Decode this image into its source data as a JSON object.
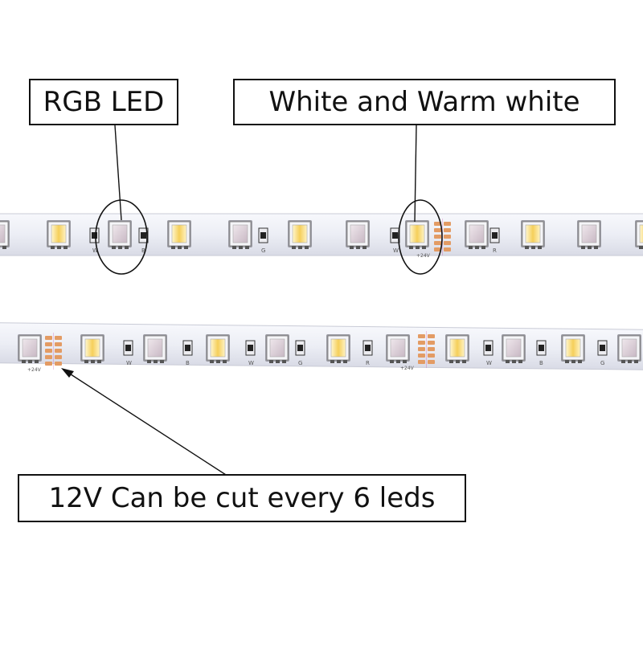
{
  "callouts": {
    "rgb_led": "RGB LED",
    "white_warm": "White and Warm white",
    "cut_note": "12V Can be cut every 6 leds"
  },
  "strip_labels": {
    "w": "W",
    "b": "B",
    "g": "G",
    "r": "R",
    "plus24": "+24V"
  },
  "colors": {
    "strip": "#eceef5",
    "strip_edge": "#c9cbd6",
    "led_warm": "#f4d35e",
    "led_white": "#fbf6e2",
    "led_rgb": "#d9cbd3",
    "copper": "#e39b64",
    "outline": "#111111"
  }
}
